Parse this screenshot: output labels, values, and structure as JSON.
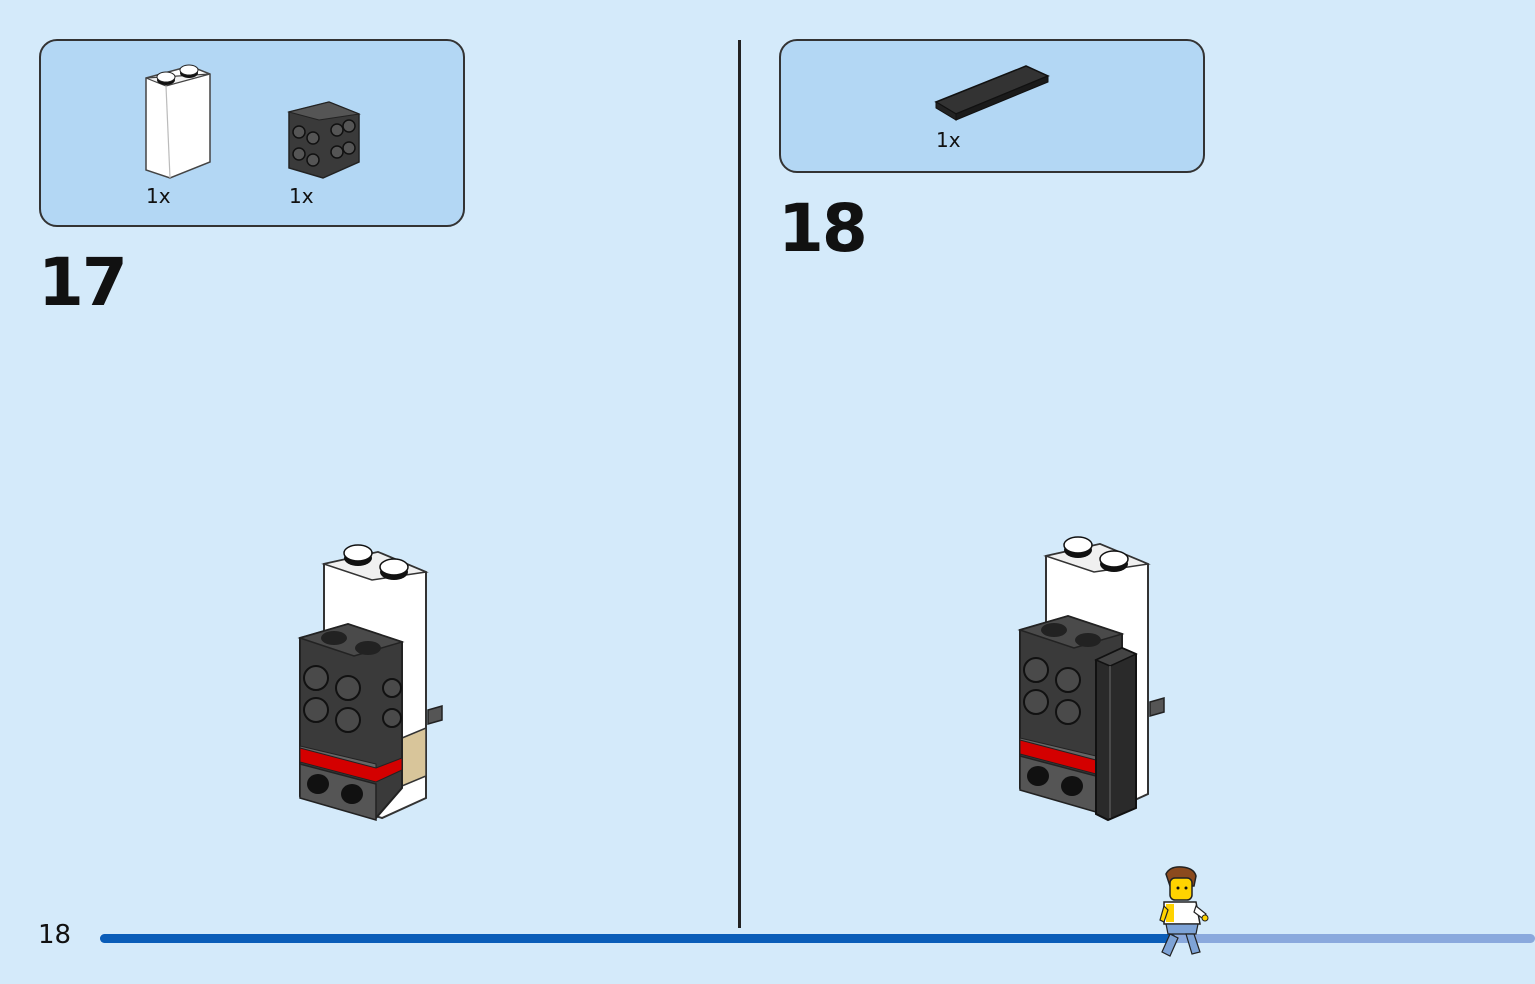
{
  "page": {
    "number": "18",
    "progress": 0.75
  },
  "steps": [
    {
      "number": "17",
      "parts": [
        {
          "qty": "1x",
          "part": "white 1x2x3 brick"
        },
        {
          "qty": "1x",
          "part": "black 1x1 brick with studs on sides"
        }
      ]
    },
    {
      "number": "18",
      "parts": [
        {
          "qty": "1x",
          "part": "black 1x4 tile"
        }
      ]
    }
  ],
  "colors": {
    "background": "#d4eafa",
    "parts_box": "#b3d7f4",
    "progress_done": "#0a5db8",
    "progress_remaining": "#8aa9dd"
  }
}
